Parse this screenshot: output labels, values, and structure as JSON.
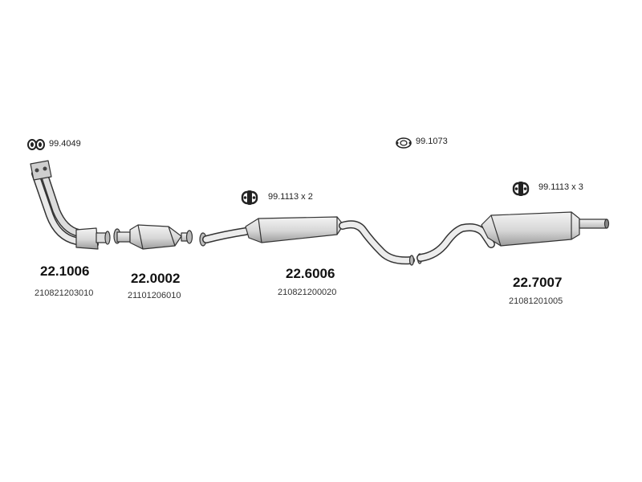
{
  "parts": [
    {
      "code": "22.1006",
      "oem": "210821203010"
    },
    {
      "code": "22.0002",
      "oem": "21101206010"
    },
    {
      "code": "22.6006",
      "oem": "210821200020"
    },
    {
      "code": "22.7007",
      "oem": "21081201005"
    }
  ],
  "accessories": [
    {
      "code": "99.4049",
      "icon": "clamp-icon"
    },
    {
      "code": "99.1073",
      "icon": "gasket-ring-icon"
    },
    {
      "code": "99.1113 x 2",
      "icon": "rubber-mount-icon"
    },
    {
      "code": "99.1113 x 3",
      "icon": "rubber-mount-icon"
    }
  ],
  "colors": {
    "line": "#333333",
    "fill_light": "#eeeeee",
    "fill_mid": "#cfcfcf",
    "fill_dark": "#a6a6a6"
  }
}
